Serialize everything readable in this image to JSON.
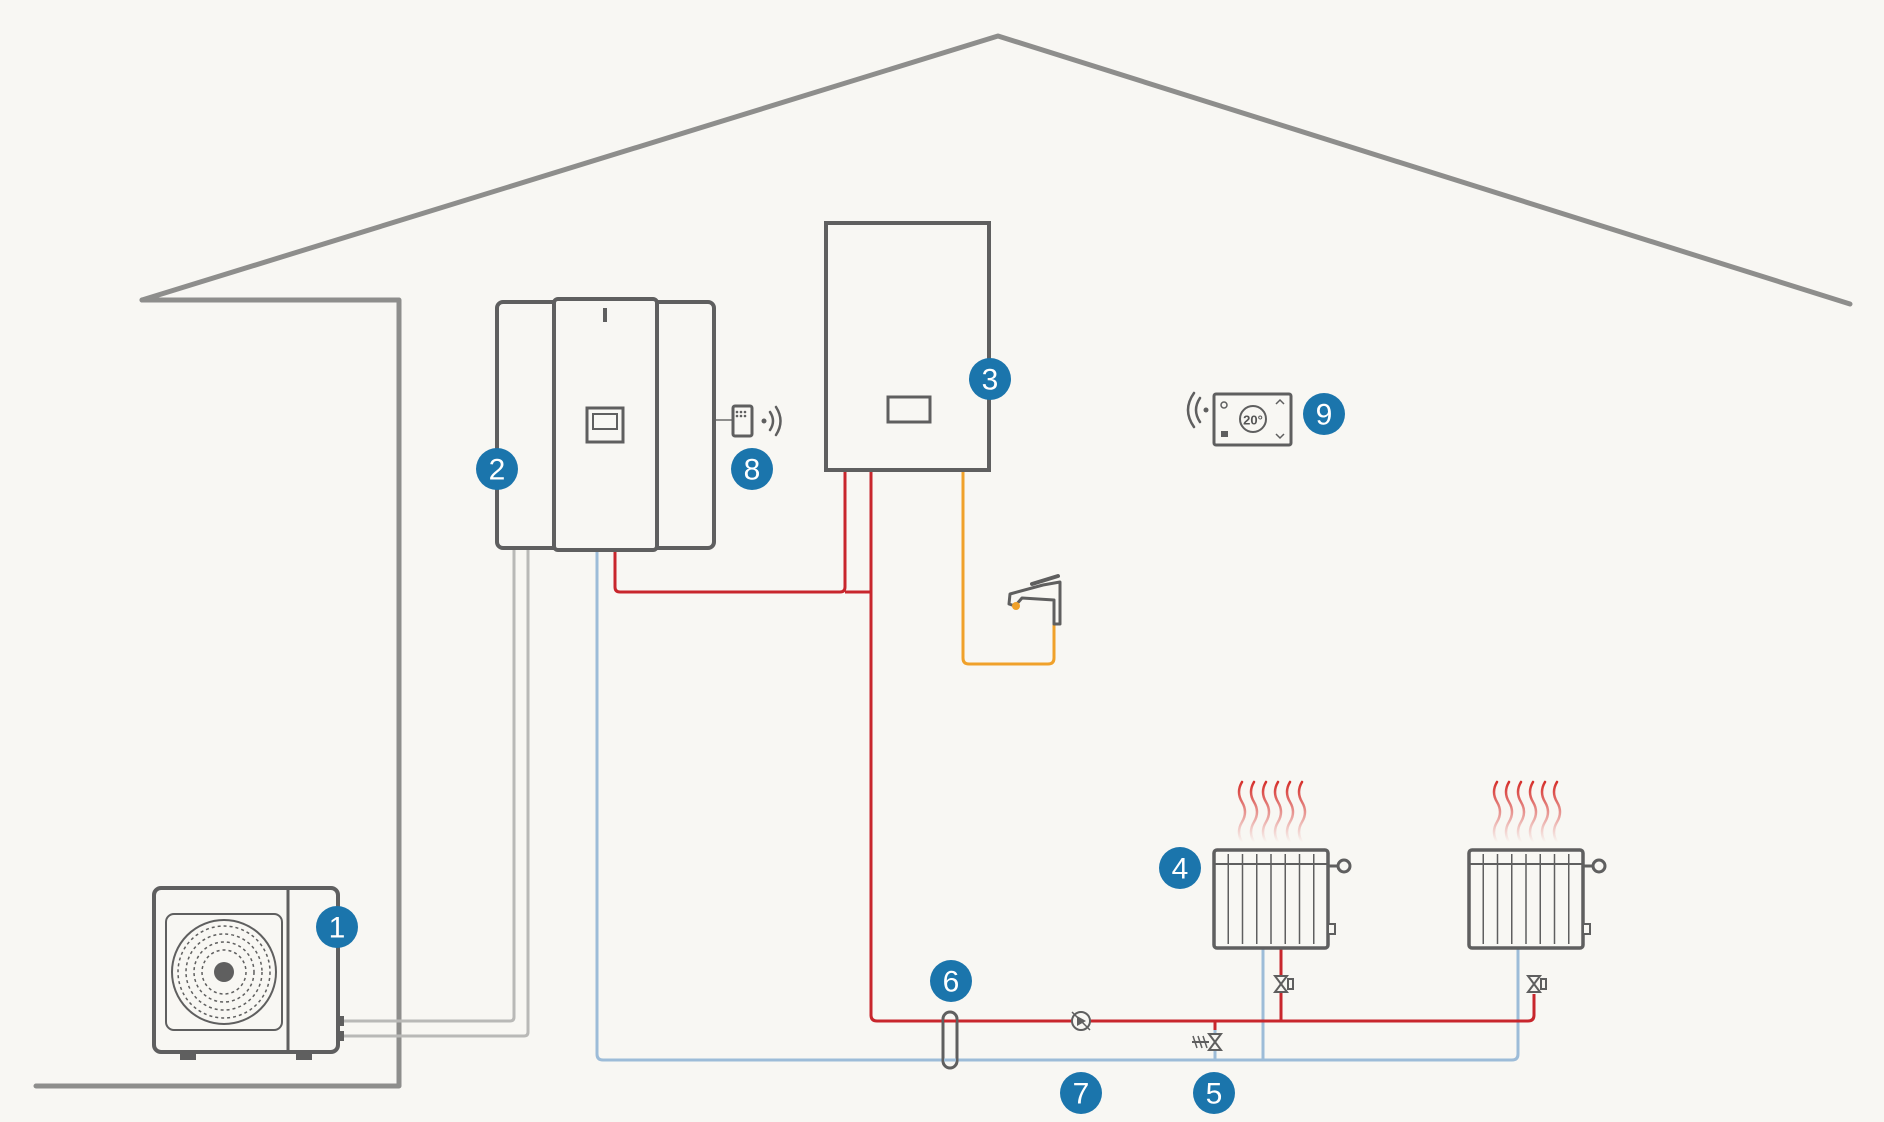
{
  "colors": {
    "background": "#f8f7f3",
    "outline": "#5f5f5f",
    "house": "#8e8e8c",
    "hot_pipe": "#c8262c",
    "return_pipe": "#9dbcd8",
    "refrigerant_pipe": "#b9b9b7",
    "dhw_pipe": "#f0a12a",
    "badge": "#1b75ac",
    "heat_waves": "#e0453a"
  },
  "badges": [
    {
      "id": "b1",
      "label": "1"
    },
    {
      "id": "b2",
      "label": "2"
    },
    {
      "id": "b3",
      "label": "3"
    },
    {
      "id": "b4",
      "label": "4"
    },
    {
      "id": "b5",
      "label": "5"
    },
    {
      "id": "b6",
      "label": "6"
    },
    {
      "id": "b7",
      "label": "7"
    },
    {
      "id": "b8",
      "label": "8"
    },
    {
      "id": "b9",
      "label": "9"
    }
  ],
  "thermostat": {
    "display": "20°"
  },
  "icons": {
    "outdoor_unit": "heat-pump-outdoor-unit-icon",
    "indoor_unit": "indoor-unit-icon",
    "boiler": "boiler-icon",
    "tap": "faucet-icon",
    "radiator": "radiator-icon",
    "controller": "wireless-controller-icon",
    "room_thermostat": "room-thermostat-icon",
    "pump": "circulator-pump-icon",
    "filling_valve": "filling-valve-icon",
    "hydraulic_separator": "hydraulic-separator-icon"
  }
}
